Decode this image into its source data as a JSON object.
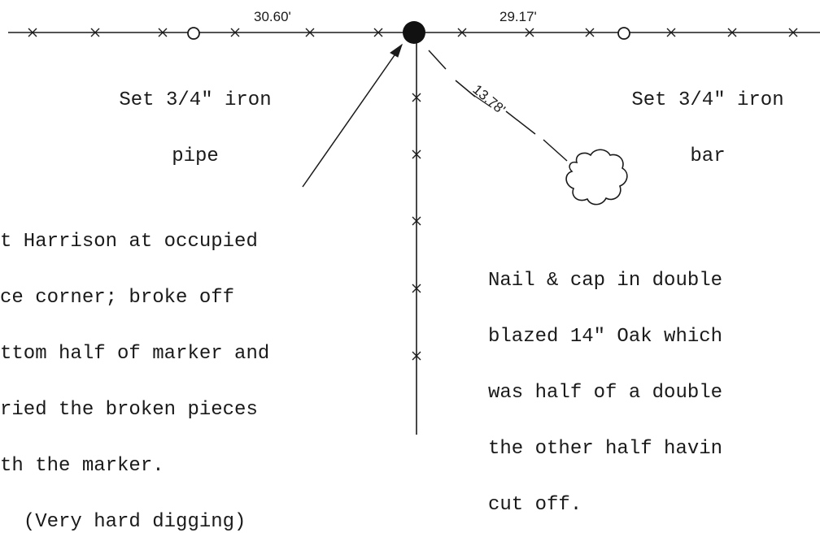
{
  "labels": {
    "dim_left": "30.60'",
    "dim_right": "29.17'",
    "dim_diag": "13.78'",
    "left_pipe": [
      "Set 3/4\" iron",
      "pipe"
    ],
    "right_bar": [
      "Set 3/4\" iron",
      "bar"
    ],
    "note_left": [
      "t Harrison at occupied",
      "ce corner; broke off",
      "ttom half of marker and",
      "ried the broken pieces",
      "th the marker.",
      "  (Very hard digging)"
    ],
    "note_right": [
      "Nail & cap in double",
      "blazed 14\" Oak which",
      "was half of a double",
      "the other half havin",
      "cut off."
    ]
  },
  "colors": {
    "ink": "#1a1a1a",
    "paper": "#ffffff"
  },
  "icons": {
    "corner_marker": "filled-circle",
    "set_monument": "open-circle",
    "tree": "scalloped-circle"
  }
}
